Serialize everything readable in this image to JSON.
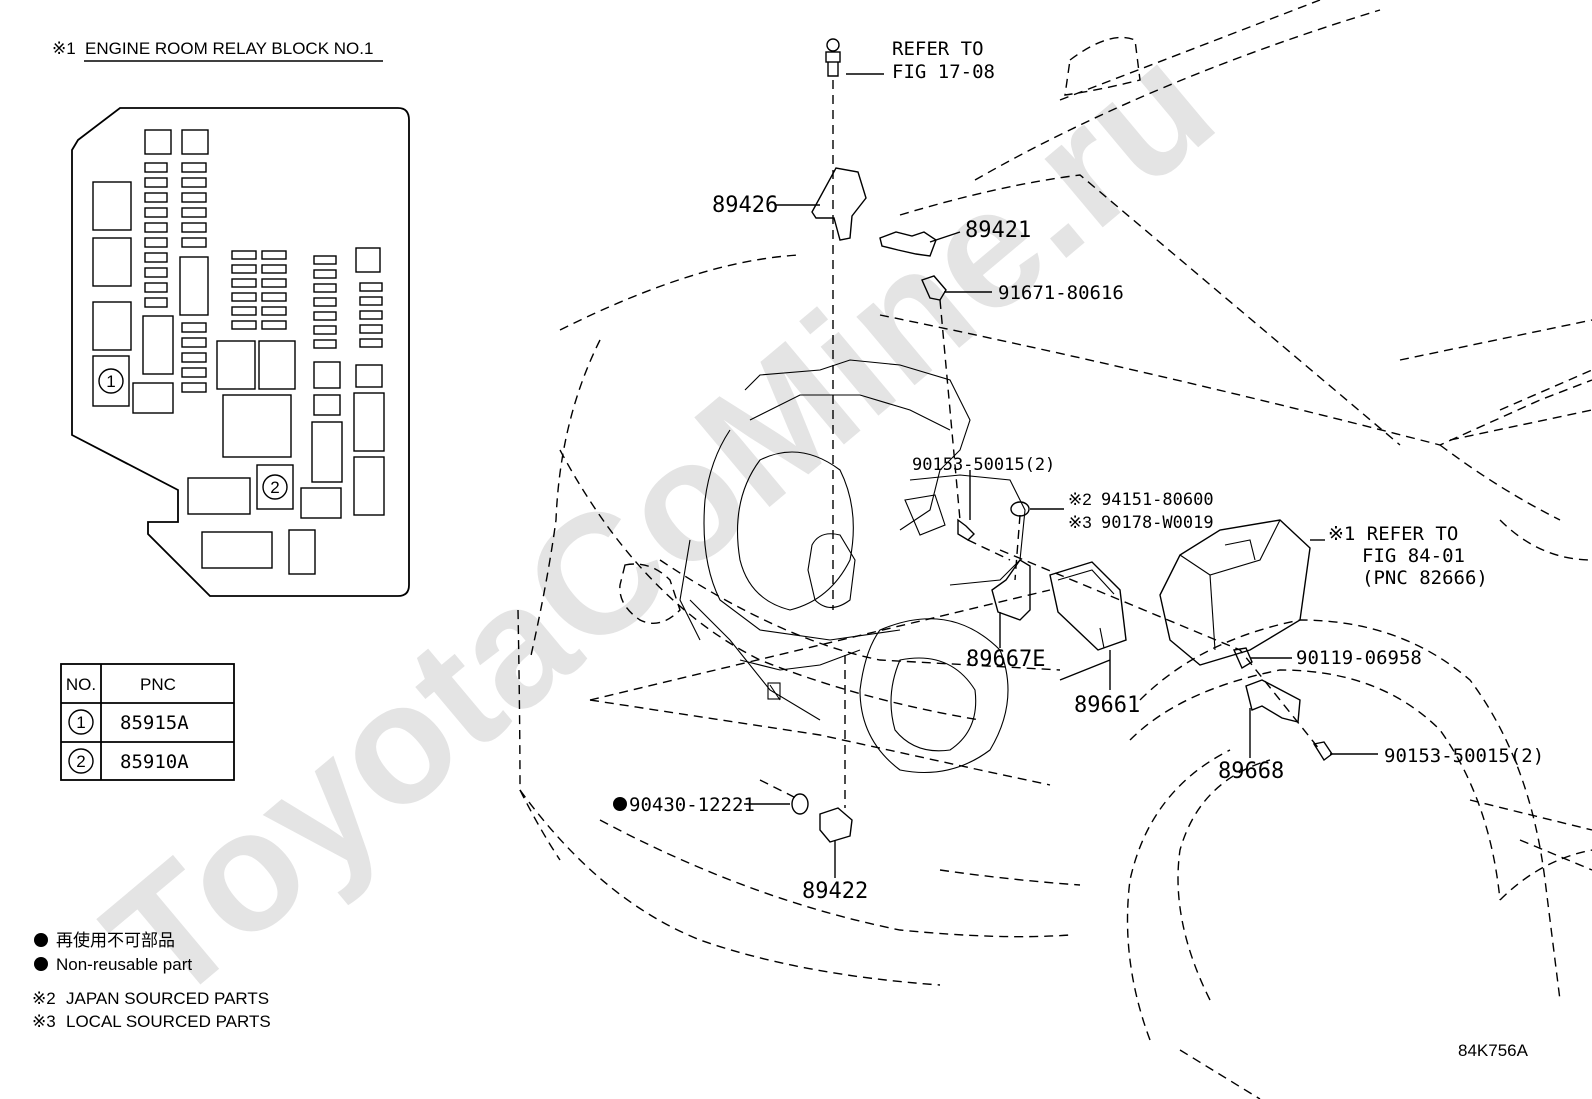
{
  "relay_block": {
    "title_mark": "※1",
    "title": "ENGINE ROOM RELAY BLOCK NO.1",
    "marker_1": "1",
    "marker_2": "2"
  },
  "pnc_table": {
    "header_no": "NO.",
    "header_pnc": "PNC",
    "rows": [
      {
        "no": "1",
        "pnc": "85915A"
      },
      {
        "no": "2",
        "pnc": "85910A"
      }
    ]
  },
  "notes": {
    "non_reusable_jp": "再使用不可部品",
    "non_reusable_en": "Non-reusable part",
    "japan_mark": "※2",
    "japan_sourced": "JAPAN SOURCED PARTS",
    "local_mark": "※3",
    "local_sourced": "LOCAL SOURCED PARTS"
  },
  "callouts": {
    "refer_17_line1": "REFER TO",
    "refer_17_line2": "FIG 17-08",
    "p89426": "89426",
    "p89421": "89421",
    "p91671": "91671-80616",
    "p90153_top": "90153-50015(2)",
    "p94151_mark": "※2",
    "p94151": "94151-80600",
    "p90178_mark": "※3",
    "p90178": "90178-W0019",
    "refer_84_line1": "※1 REFER TO",
    "refer_84_line2": "FIG 84-01",
    "refer_84_line3": "(PNC 82666)",
    "p89667e": "89667E",
    "p89661": "89661",
    "p90119": "90119-06958",
    "p89668": "89668",
    "p90153_bottom": "90153-50015(2)",
    "p90430": "90430-12221",
    "p89422": "89422"
  },
  "watermark": "ToyotaCoMine.ru",
  "figure_code": "84K756A"
}
